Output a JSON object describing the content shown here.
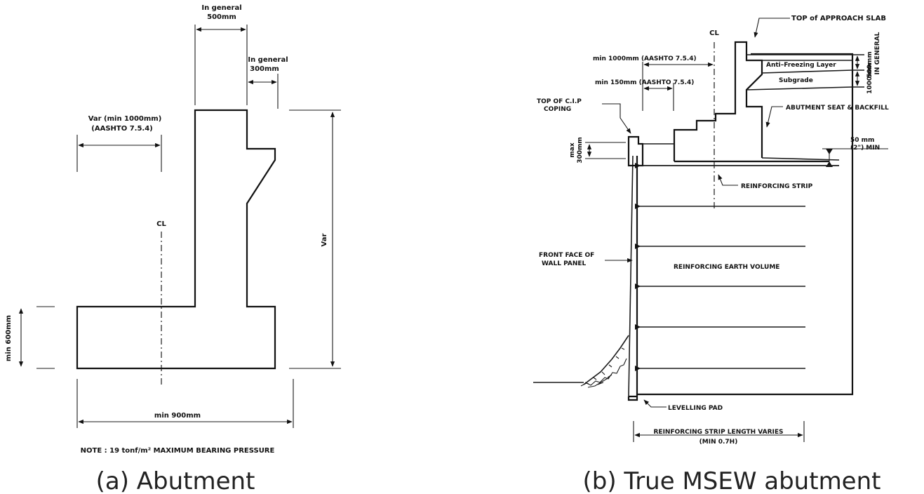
{
  "panel_a": {
    "top_dim_1": "In general",
    "top_dim_2": "500mm",
    "stem_dim_1": "In general",
    "stem_dim_2": "300mm",
    "heel_dim_1": "Var (min 1000mm)",
    "heel_dim_2": "(AASHTO 7.5.4)",
    "centerline": "CL",
    "height_dim": "Var",
    "footing_dim": "min 600mm",
    "width_dim": "min 900mm",
    "note": "NOTE : 19 tonf/m² MAXIMUM BEARING PRESSURE",
    "caption": "(a) Abutment"
  },
  "panel_b": {
    "top_slab": "TOP of APPROACH SLAB",
    "centerline": "CL",
    "min1000": "min 1000mm (AASHTO 7.5.4)",
    "min150": "min 150mm (AASHTO 7.5.4)",
    "anti_freeze": "Anti–Freezing Layer",
    "subgrade": "Subgrade",
    "dim_500": "500mm",
    "in_general": "IN GENERAL",
    "dim_1000": "1000mm",
    "coping_1": "TOP OF C.I.P",
    "coping_2": "COPING",
    "seat": "ABUTMENT SEAT & BACKFILL",
    "max300_1": "max",
    "max300_2": "300mm",
    "gap_1": "50 mm",
    "gap_2": "(2\") MIN",
    "strip": "REINFORCING STRIP",
    "face_1": "FRONT FACE OF",
    "face_2": "WALL PANEL",
    "volume": "REINFORCING EARTH VOLUME",
    "pad": "LEVELLING PAD",
    "length_1": "REINFORCING STRIP LENGTH VARIES",
    "length_2": "(MIN 0.7H)",
    "caption": "(b) True MSEW abutment"
  }
}
